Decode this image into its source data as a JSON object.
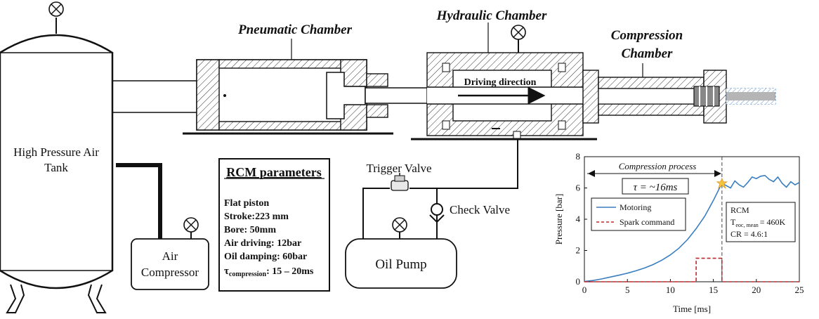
{
  "labels": {
    "tank": [
      "High Pressure Air",
      "Tank"
    ],
    "pneumatic": "Pneumatic Chamber",
    "hydraulic": "Hydraulic Chamber",
    "compression": [
      "Compression",
      "Chamber"
    ],
    "driving": "Driving direction",
    "compressor": [
      "Air",
      "Compressor"
    ],
    "trigger_valve": "Trigger Valve",
    "check_valve": "Check Valve",
    "oil_pump": "Oil Pump"
  },
  "params": {
    "title": "RCM parameters",
    "lines": [
      "Flat piston",
      "Stroke:223 mm",
      "Bore: 50mm",
      "Air driving: 12bar",
      "Oil damping: 60bar"
    ],
    "tau_symbol": "τ",
    "tau_sub": "compression",
    "tau_value": ": 15 – 20ms"
  },
  "chart_data": {
    "type": "line",
    "xlabel": "Time [ms]",
    "ylabel": "Pressure [bar]",
    "xlim": [
      0,
      25
    ],
    "ylim": [
      0,
      8
    ],
    "xticks": [
      0,
      5,
      10,
      15,
      20,
      25
    ],
    "yticks": [
      0,
      2,
      4,
      6,
      8
    ],
    "annotations": {
      "process": "Compression process",
      "tau": "τ = ~16ms",
      "eoc_line_x": 16,
      "rcm_title": "RCM",
      "rcm_T": "T",
      "rcm_T_sub": "eoc, mean",
      "rcm_T_val": "= 460K",
      "rcm_cr": "CR = 4.6:1"
    },
    "series": [
      {
        "name": "Motoring",
        "color": "#3a7ebf",
        "x": [
          0,
          1,
          2,
          3,
          4,
          5,
          6,
          7,
          8,
          9,
          10,
          11,
          12,
          13,
          14,
          15,
          16,
          16.5,
          17,
          17.5,
          18,
          18.5,
          19,
          19.5,
          20,
          20.5,
          21,
          21.5,
          22,
          22.5,
          23,
          23.5,
          24,
          24.5,
          25
        ],
        "y": [
          0.02,
          0.08,
          0.18,
          0.3,
          0.42,
          0.55,
          0.7,
          0.88,
          1.1,
          1.38,
          1.72,
          2.15,
          2.7,
          3.4,
          4.2,
          5.2,
          6.3,
          6.15,
          6.0,
          6.45,
          6.2,
          6.05,
          6.35,
          6.7,
          6.6,
          6.75,
          6.8,
          6.55,
          6.4,
          6.7,
          6.3,
          6.05,
          6.4,
          6.2,
          6.35
        ]
      },
      {
        "name": "Spark command",
        "color": "#c0282d",
        "dashed": true,
        "x": [
          0,
          13,
          13,
          16,
          16,
          25
        ],
        "y": [
          0,
          0,
          1.5,
          1.5,
          0,
          0
        ]
      }
    ]
  }
}
